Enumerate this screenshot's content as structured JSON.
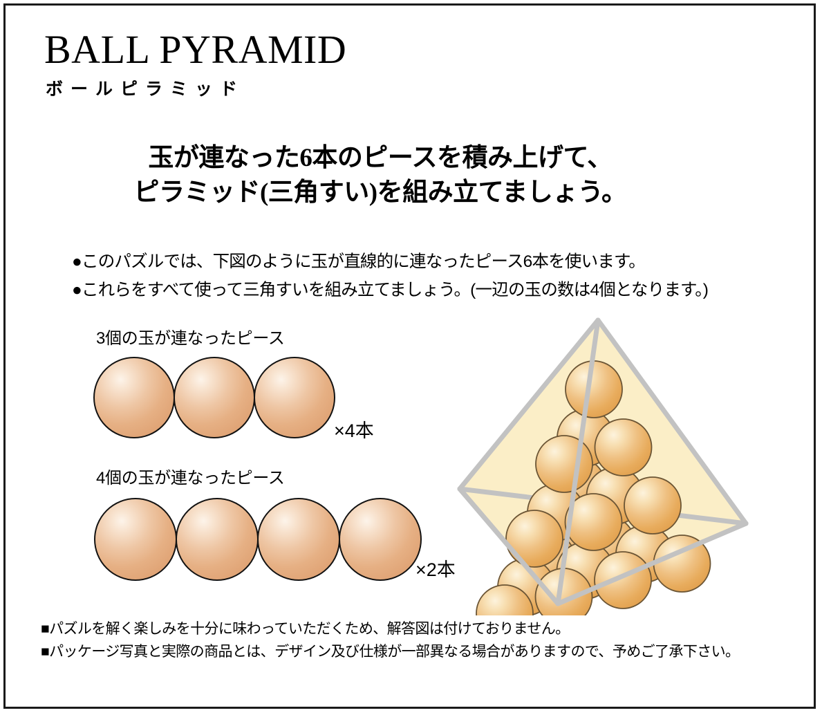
{
  "page": {
    "title_en": "BALL PYRAMID",
    "title_ja": "ボールピラミッド",
    "border_color": "#1a1a1a",
    "background": "#ffffff"
  },
  "headline": {
    "line1": "玉が連なった6本のピースを積み上げて、",
    "line2": "ピラミッド(三角すい)を組み立てましょう。"
  },
  "bullets": [
    "●このパズルでは、下図のように玉が直線的に連なったピース6本を使います。",
    "●これらをすべて使って三角すいを組み立てましょう。(一辺の玉の数は4個となります。)"
  ],
  "pieces": [
    {
      "label": "3個の玉が連なったピース",
      "ball_count": 3,
      "quantity_label": "×4本",
      "quantity": 4
    },
    {
      "label": "4個の玉が連なったピース",
      "ball_count": 4,
      "quantity_label": "×2本",
      "quantity": 2
    }
  ],
  "pyramid": {
    "name": "tetrahedron-diagram",
    "edge_ball_count": 4,
    "total_balls": 20,
    "layers": [
      1,
      3,
      6,
      10
    ],
    "fill_color": "#fbeec7",
    "edge_color": "#c2c2c2",
    "ball_color": "#e9ab55",
    "ball_highlight": "#f7dfae",
    "ball_outline": "#6b5535"
  },
  "ball_colors": {
    "flat_highlight": "#fdf4ea",
    "flat_base": "#e0a476",
    "flat_outline": "#121212"
  },
  "notes": [
    "■パズルを解く楽しみを十分に味わっていただくため、解答図は付けておりません。",
    "■パッケージ写真と実際の商品とは、デザイン及び仕様が一部異なる場合がありますので、予めご了承下さい。"
  ]
}
